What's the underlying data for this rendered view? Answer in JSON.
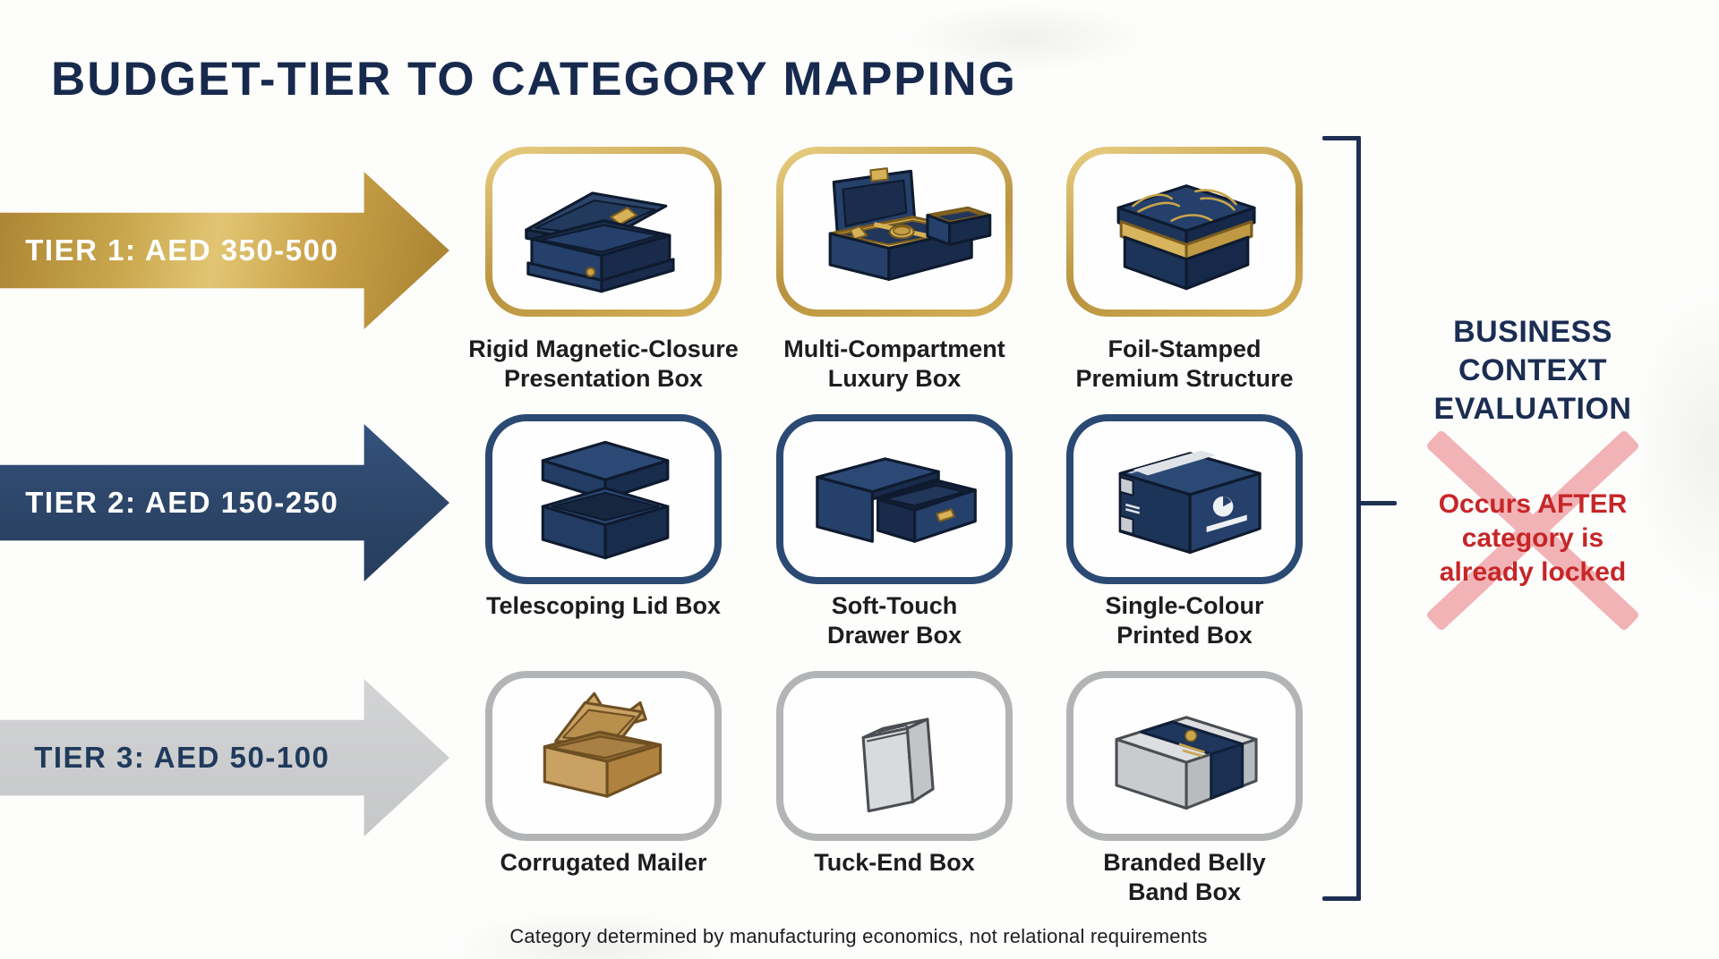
{
  "title": "BUDGET-TIER TO CATEGORY MAPPING",
  "rows": [
    {
      "tier": {
        "label": "TIER 1: AED 350-500",
        "theme": "gold"
      },
      "cards": [
        {
          "label": "Rigid Magnetic-Closure\nPresentation Box",
          "icon": "rigid-presentation-box-icon"
        },
        {
          "label": "Multi-Compartment\nLuxury Box",
          "icon": "multi-compartment-box-icon"
        },
        {
          "label": "Foil-Stamped\nPremium Structure",
          "icon": "foil-stamped-box-icon"
        }
      ]
    },
    {
      "tier": {
        "label": "TIER 2: AED 150-250",
        "theme": "navy"
      },
      "cards": [
        {
          "label": "Telescoping Lid Box",
          "icon": "telescoping-lid-box-icon"
        },
        {
          "label": "Soft-Touch\nDrawer Box",
          "icon": "drawer-box-icon"
        },
        {
          "label": "Single-Colour\nPrinted Box",
          "icon": "printed-box-icon"
        }
      ]
    },
    {
      "tier": {
        "label": "TIER 3: AED 50-100",
        "theme": "gray"
      },
      "cards": [
        {
          "label": "Corrugated Mailer",
          "icon": "corrugated-mailer-icon"
        },
        {
          "label": "Tuck-End Box",
          "icon": "tuck-end-box-icon"
        },
        {
          "label": "Branded Belly\nBand Box",
          "icon": "belly-band-box-icon"
        }
      ]
    }
  ],
  "evaluation": {
    "heading": "BUSINESS\nCONTEXT\nEVALUATION",
    "note": "Occurs AFTER\ncategory is\nalready locked",
    "crossed_out": true
  },
  "footer": {
    "caption": "Category determined by manufacturing economics, not relational requirements"
  },
  "colors": {
    "title_navy": "#172a4d",
    "arrow_gold": "#c9a64d",
    "arrow_navy": "#2c4568",
    "arrow_gray": "#cccccd",
    "card_border_gold": "#c8a449",
    "card_border_navy": "#2b4a73",
    "card_border_gray": "#b2b4b6",
    "bracket_navy": "#1e2f52",
    "note_red": "#c62628",
    "cross_pink": "#f2b3b6",
    "label_text": "#1d1d1f"
  }
}
